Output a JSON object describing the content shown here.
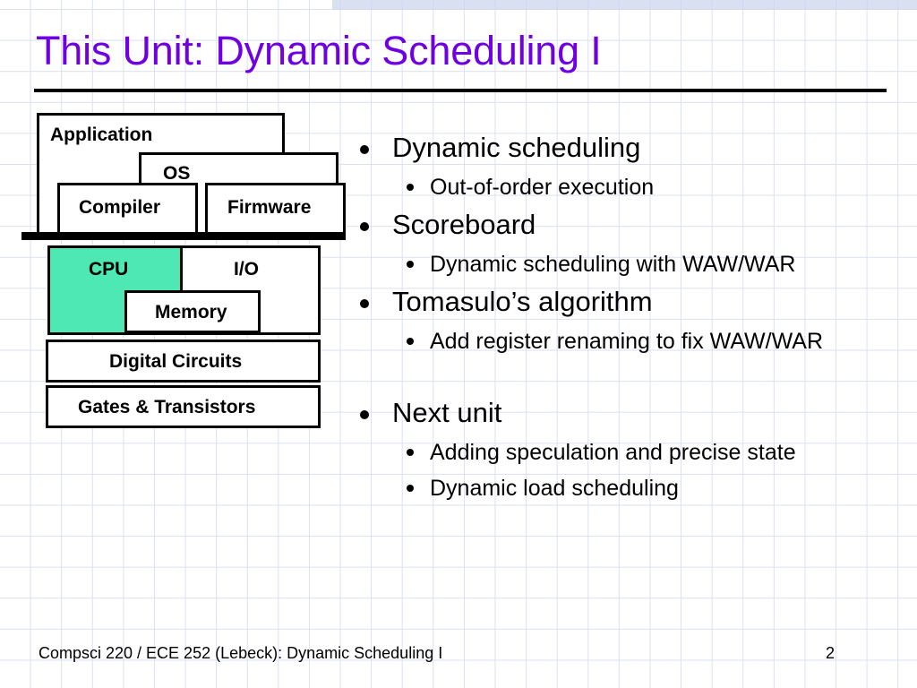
{
  "slide": {
    "title": "This Unit: Dynamic Scheduling I",
    "title_color": "#6f00e0",
    "background_color": "#ffffff",
    "grid_line_color": "#dcdff2",
    "top_band_color": "#ccd6ee"
  },
  "diagram": {
    "name": "computer-system-stack",
    "highlight_color": "#4ee8b4",
    "software_layer": [
      {
        "id": "application",
        "label": "Application"
      },
      {
        "id": "os",
        "label": "OS"
      },
      {
        "id": "compiler",
        "label": "Compiler"
      },
      {
        "id": "firmware",
        "label": "Firmware"
      }
    ],
    "hardware_layer": [
      {
        "id": "cpu",
        "label": "CPU",
        "highlighted": true
      },
      {
        "id": "io",
        "label": "I/O",
        "highlighted": false
      },
      {
        "id": "memory",
        "label": "Memory",
        "highlighted": false
      },
      {
        "id": "digital-circuits",
        "label": "Digital Circuits",
        "highlighted": false
      },
      {
        "id": "gates-transistors",
        "label": "Gates & Transistors",
        "highlighted": false
      }
    ]
  },
  "bullets": [
    {
      "level": 1,
      "text": "Dynamic scheduling"
    },
    {
      "level": 2,
      "text": "Out-of-order execution"
    },
    {
      "level": 1,
      "text": "Scoreboard"
    },
    {
      "level": 2,
      "text": "Dynamic scheduling with WAW/WAR"
    },
    {
      "level": 1,
      "text": "Tomasulo’s algorithm"
    },
    {
      "level": 2,
      "text": "Add register renaming to fix WAW/WAR"
    },
    {
      "level": 0,
      "text": ""
    },
    {
      "level": 1,
      "text": "Next unit"
    },
    {
      "level": 2,
      "text": "Adding speculation and precise state"
    },
    {
      "level": 2,
      "text": "Dynamic load scheduling"
    }
  ],
  "footer": {
    "course_line": "Compsci 220 / ECE 252 (Lebeck): Dynamic Scheduling I",
    "page_number": "2"
  }
}
